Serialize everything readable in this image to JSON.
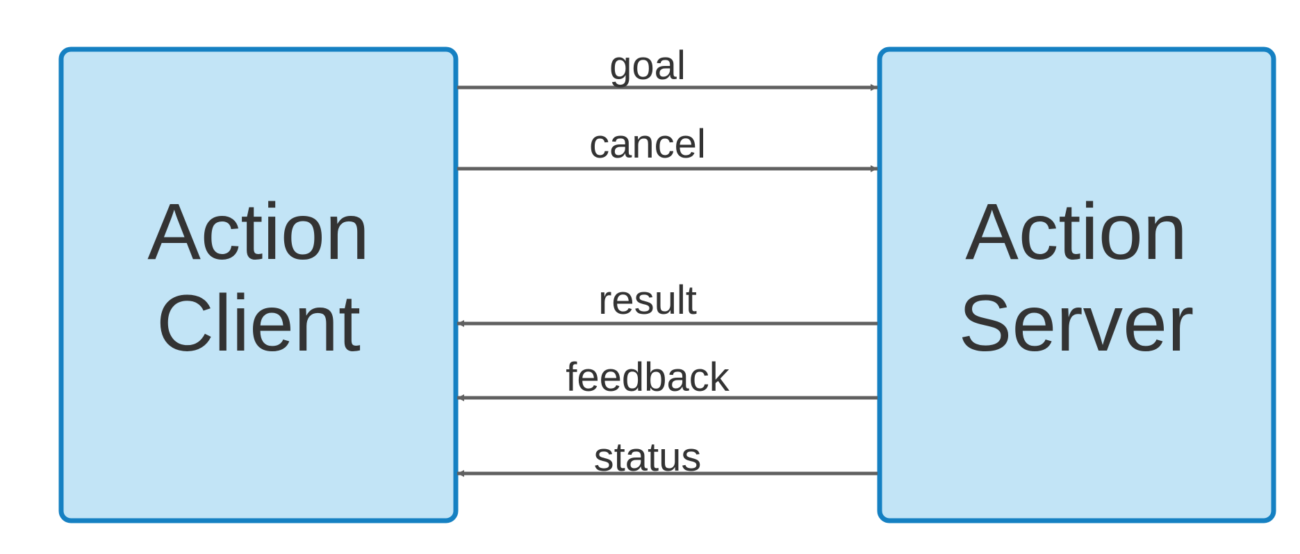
{
  "diagram": {
    "client": {
      "line1": "Action",
      "line2": "Client"
    },
    "server": {
      "line1": "Action",
      "line2": "Server"
    },
    "messages": {
      "goal": "goal",
      "cancel": "cancel",
      "result": "result",
      "feedback": "feedback",
      "status": "status"
    }
  },
  "colors": {
    "box_fill": "#c2e4f6",
    "box_border": "#1580c2",
    "arrow": "#606060",
    "text": "#333333"
  }
}
